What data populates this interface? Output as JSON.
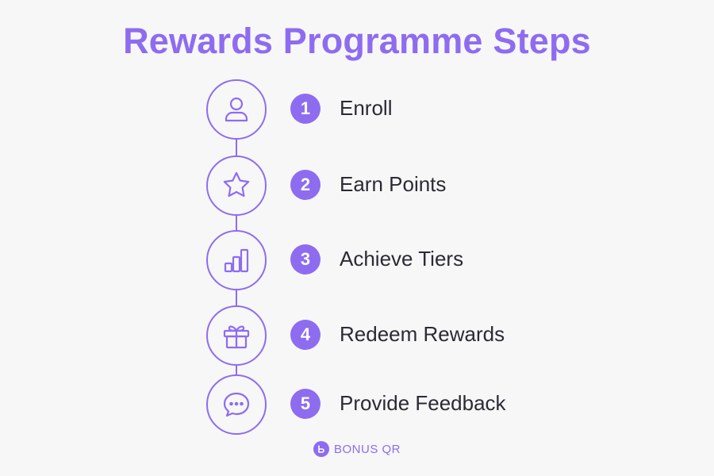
{
  "title": "Rewards Programme Steps",
  "accent_color": "#8e6cf0",
  "steps": [
    {
      "number": "1",
      "label": "Enroll",
      "icon": "user-icon"
    },
    {
      "number": "2",
      "label": "Earn Points",
      "icon": "star-icon"
    },
    {
      "number": "3",
      "label": "Achieve Tiers",
      "icon": "bar-chart-icon"
    },
    {
      "number": "4",
      "label": "Redeem Rewards",
      "icon": "gift-icon"
    },
    {
      "number": "5",
      "label": "Provide Feedback",
      "icon": "chat-bubble-icon"
    }
  ],
  "brand": {
    "name": "BONUS QR",
    "logo_icon": "bonus-qr-logo-icon"
  }
}
